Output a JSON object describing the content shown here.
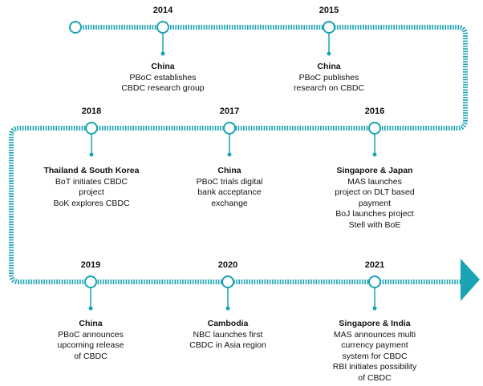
{
  "accent_color": "#1aa3b3",
  "milestones": [
    {
      "year": "2014",
      "country": "China",
      "text": "PBoC establishes\nCBDC research group"
    },
    {
      "year": "2015",
      "country": "China",
      "text": "PBoC publishes\nresearch on CBDC"
    },
    {
      "year": "2016",
      "country": "Singapore & Japan",
      "text": "MAS launches\nproject on DLT based\npayment\nBoJ launches project\nStell with BoE"
    },
    {
      "year": "2017",
      "country": "China",
      "text": "PBoC trials digital\nbank acceptance\nexchange"
    },
    {
      "year": "2018",
      "country": "Thailand & South Korea",
      "text": "BoT initiates CBDC\nproject\nBoK explores CBDC"
    },
    {
      "year": "2019",
      "country": "China",
      "text": "PBoC announces\nupcoming release\nof CBDC"
    },
    {
      "year": "2020",
      "country": "Cambodia",
      "text": "NBC launches first\nCBDC in Asia region"
    },
    {
      "year": "2021",
      "country": "Singapore & India",
      "text": "MAS announces multi\ncurrency payment\nsystem for CBDC\nRBI initiates possibility\nof CBDC"
    }
  ]
}
